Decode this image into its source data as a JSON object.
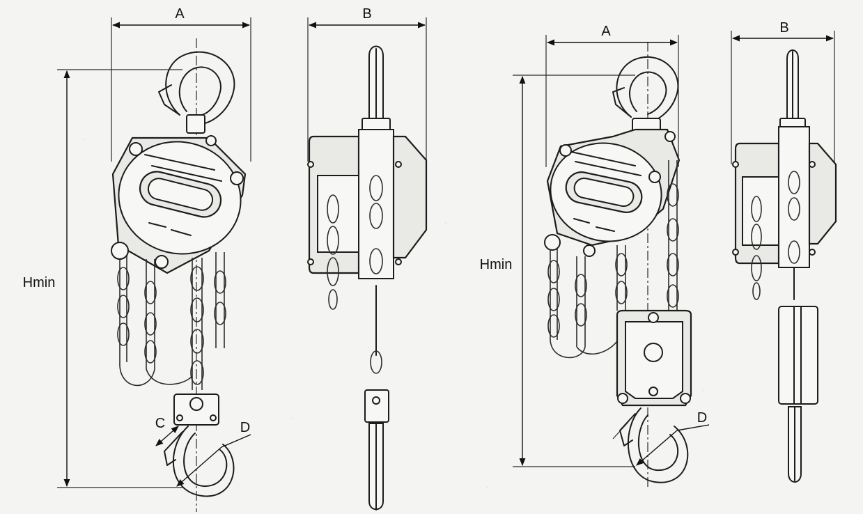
{
  "labels": {
    "width": "A",
    "depth": "B",
    "min_height": "Hmin",
    "hook_throat": "C",
    "hook_diameter": "D"
  },
  "views": [
    {
      "model": "hoist-1",
      "dims": [
        "A",
        "B",
        "Hmin",
        "C",
        "D"
      ]
    },
    {
      "model": "hoist-2",
      "dims": [
        "A",
        "B",
        "Hmin",
        "D"
      ]
    }
  ]
}
